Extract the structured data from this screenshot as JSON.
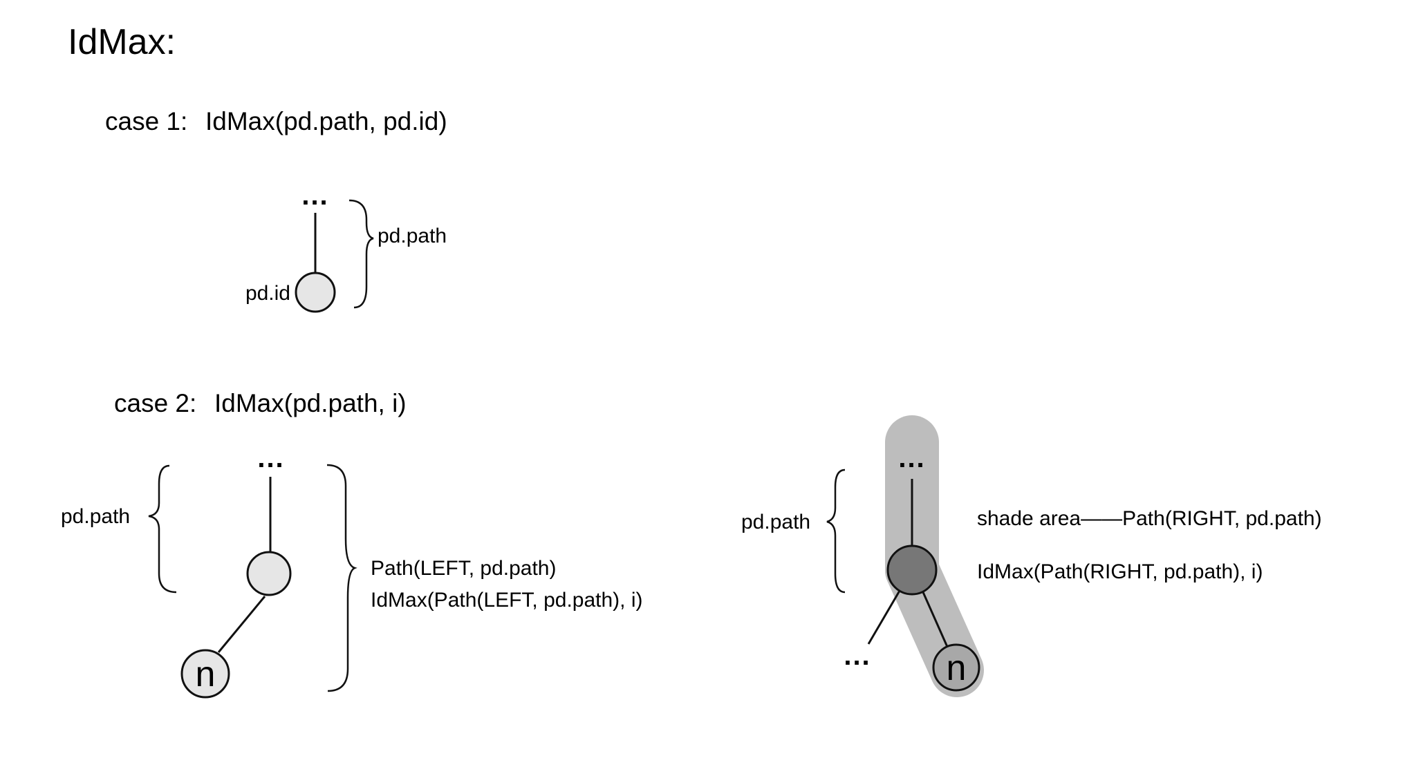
{
  "title": "IdMax:",
  "case1": {
    "heading": "case 1:",
    "call": "IdMax(pd.path, pd.id)",
    "ellipsis": "...",
    "brace_label": "pd.path",
    "node_label": "pd.id"
  },
  "case2": {
    "heading": "case 2:",
    "call": "IdMax(pd.path, i)",
    "left": {
      "ellipsis": "...",
      "brace_label": "pd.path",
      "node_n": "n",
      "right_label_1": "Path(LEFT, pd.path)",
      "right_label_2": "IdMax(Path(LEFT, pd.path), i)"
    },
    "right": {
      "ellipsis_top": "...",
      "ellipsis_bottom": "...",
      "brace_label": "pd.path",
      "node_n": "n",
      "label_1": "shade area——Path(RIGHT, pd.path)",
      "label_2": "IdMax(Path(RIGHT, pd.path), i)"
    }
  },
  "colors": {
    "node_fill_light": "#e6e6e6",
    "node_fill_dark": "#777777",
    "node_fill_medium": "#a8a8a8",
    "shade": "#bdbdbd",
    "stroke": "#111111"
  }
}
